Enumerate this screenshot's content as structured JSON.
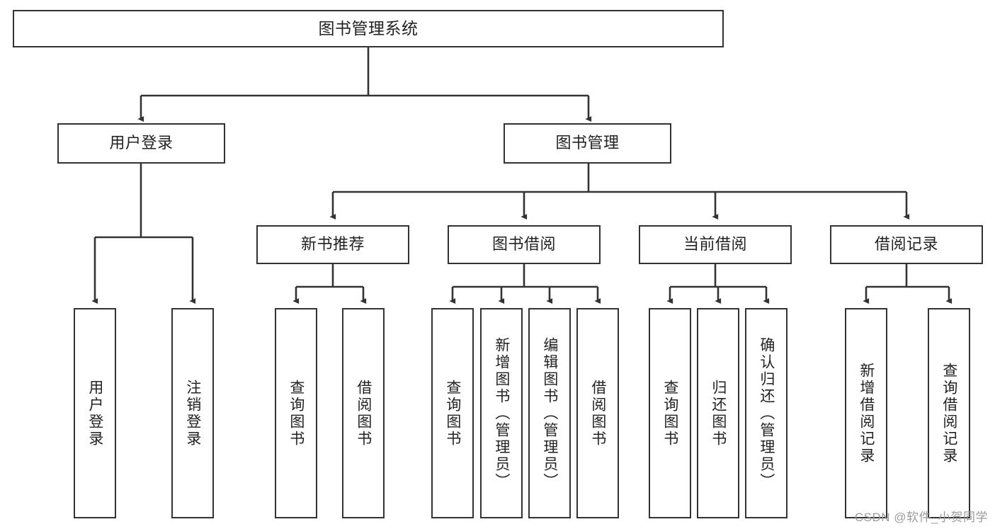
{
  "diagram": {
    "title": "图书管理系统",
    "type": "tree",
    "colors": {
      "box_border": "#333333",
      "box_fill": "#ffffff",
      "edge": "#333333",
      "text": "#222222",
      "watermark": "#9b9b9b",
      "background": "#ffffff"
    },
    "root": {
      "label": "图书管理系统"
    },
    "level2": [
      {
        "label": "用户登录"
      },
      {
        "label": "图书管理"
      }
    ],
    "level3": [
      {
        "label": "新书推荐"
      },
      {
        "label": "图书借阅"
      },
      {
        "label": "当前借阅"
      },
      {
        "label": "借阅记录"
      }
    ],
    "leaves": [
      {
        "label": "用户登录",
        "parent": "用户登录"
      },
      {
        "label": "注销登录",
        "parent": "用户登录"
      },
      {
        "label": "查询图书",
        "parent": "新书推荐"
      },
      {
        "label": "借阅图书",
        "parent": "新书推荐"
      },
      {
        "label": "查询图书",
        "parent": "图书借阅"
      },
      {
        "label": "新增图书（管理员）",
        "parent": "图书借阅"
      },
      {
        "label": "编辑图书（管理员）",
        "parent": "图书借阅"
      },
      {
        "label": "借阅图书",
        "parent": "图书借阅"
      },
      {
        "label": "查询图书",
        "parent": "当前借阅"
      },
      {
        "label": "归还图书",
        "parent": "当前借阅"
      },
      {
        "label": "确认归还（管理员）",
        "parent": "当前借阅"
      },
      {
        "label": "新增借阅记录",
        "parent": "借阅记录"
      },
      {
        "label": "查询借阅记录",
        "parent": "借阅记录"
      }
    ]
  },
  "watermark": {
    "text": "CSDN @软件_小贺同学"
  }
}
